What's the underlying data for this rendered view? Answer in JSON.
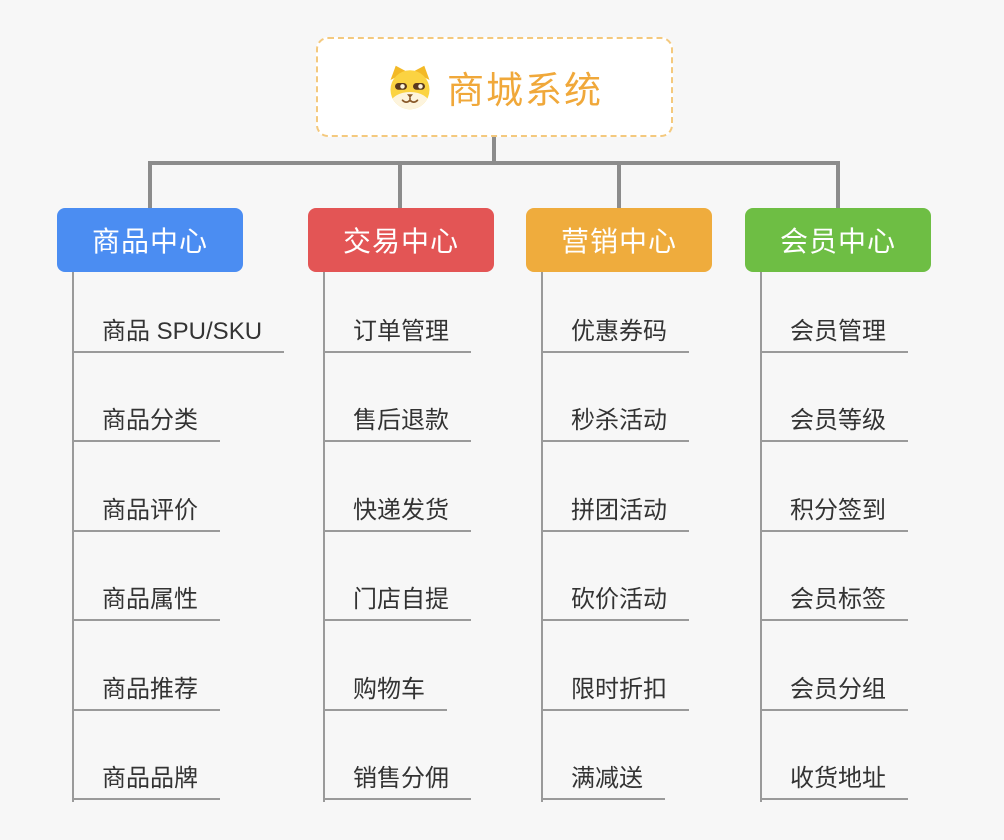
{
  "app": {
    "background_color": "#f7f7f7",
    "connector_color": "#8c8c8c",
    "leaf_line_color": "#9a9a9a",
    "leaf_text_color": "#333333"
  },
  "root": {
    "title": "商城系统",
    "icon": "shiba-dog-icon",
    "title_color": "#f0a83a",
    "border_color": "#f4c97e"
  },
  "branches": [
    {
      "label": "商品中心",
      "color": "#4b8df2",
      "children": [
        "商品 SPU/SKU",
        "商品分类",
        "商品评价",
        "商品属性",
        "商品推荐",
        "商品品牌"
      ]
    },
    {
      "label": "交易中心",
      "color": "#e35555",
      "children": [
        "订单管理",
        "售后退款",
        "快递发货",
        "门店自提",
        "购物车",
        "销售分佣"
      ]
    },
    {
      "label": "营销中心",
      "color": "#efac3d",
      "children": [
        "优惠券码",
        "秒杀活动",
        "拼团活动",
        "砍价活动",
        "限时折扣",
        "满减送"
      ]
    },
    {
      "label": "会员中心",
      "color": "#6ebe44",
      "children": [
        "会员管理",
        "会员等级",
        "积分签到",
        "会员标签",
        "会员分组",
        "收货地址"
      ]
    }
  ]
}
